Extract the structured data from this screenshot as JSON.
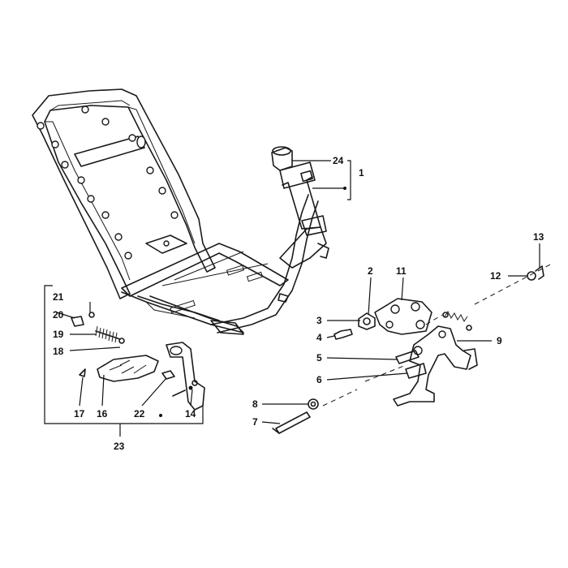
{
  "callouts": {
    "c1": "1",
    "c2": "2",
    "c3": "3",
    "c4": "4",
    "c5": "5",
    "c6": "6",
    "c7": "7",
    "c8": "8",
    "c9": "9",
    "c11": "11",
    "c12": "12",
    "c13": "13",
    "c14": "14",
    "c16": "16",
    "c17": "17",
    "c18": "18",
    "c19": "19",
    "c20": "20",
    "c21": "21",
    "c22": "22",
    "c23": "23",
    "c24": "24"
  }
}
